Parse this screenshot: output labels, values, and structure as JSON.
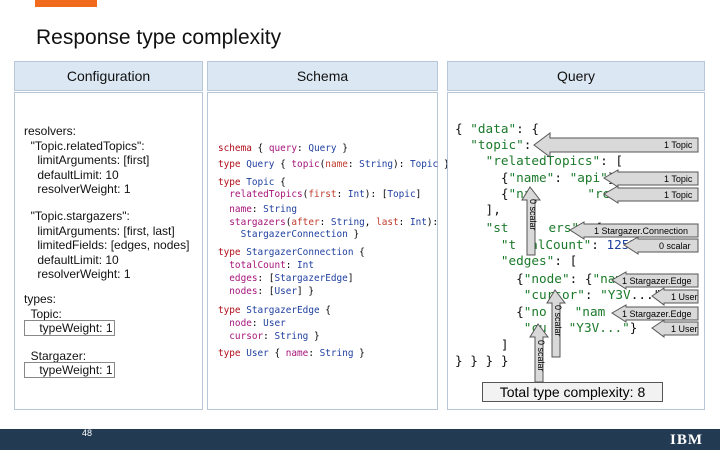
{
  "title": "Response type complexity",
  "panels": {
    "configuration": "Configuration",
    "schema": "Schema",
    "query": "Query"
  },
  "config": {
    "line1": "resolvers:",
    "line2": "  \"Topic.relatedTopics\":",
    "line3": "    limitArguments: [first]",
    "line4": "    defaultLimit: 10",
    "line5": "    resolverWeight: 1",
    "line6": "  \"Topic.stargazers\":",
    "line7": "    limitArguments: [first, last]",
    "line8": "    limitedFields: [edges, nodes]",
    "line9": "    defaultLimit: 10",
    "line10": "    resolverWeight: 1",
    "line11": "types:",
    "line12": "  Topic:",
    "line13": "    typeWeight: 1",
    "line14": "  Stargazer:",
    "line15": "    typeWeight: 1"
  },
  "schema": {
    "l1a": "schema",
    "l1b": " { ",
    "l1c": "query",
    "l1d": ": ",
    "l1e": "Query",
    "l1f": " }",
    "l2a": "type ",
    "l2b": "Query",
    "l2c": " { ",
    "l2d": "topic",
    "l2e": "(",
    "l2f": "name",
    "l2g": ": ",
    "l2h": "String",
    "l2i": "): ",
    "l2j": "Topic",
    "l2k": " }",
    "l3a": "type ",
    "l3b": "Topic",
    "l3c": " {",
    "l4a": "  relatedTopics",
    "l4b": "(",
    "l4c": "first",
    "l4d": ": ",
    "l4e": "Int",
    "l4f": "): [",
    "l4g": "Topic",
    "l4h": "]",
    "l5a": "  name",
    "l5b": ": ",
    "l5c": "String",
    "l6a": "  stargazers",
    "l6b": "(",
    "l6c": "after",
    "l6d": ": ",
    "l6e": "String",
    "l6f": ", ",
    "l6g": "last",
    "l6h": ": ",
    "l6i": "Int",
    "l6j": "):",
    "l7a": "    ",
    "l7b": "StargazerConnection",
    "l7c": " }",
    "l8a": "type ",
    "l8b": "StargazerConnection",
    "l8c": " {",
    "l9a": "  totalCount",
    "l9b": ": ",
    "l9c": "Int",
    "l10a": "  edges",
    "l10b": ": [",
    "l10c": "StargazerEdge",
    "l10d": "]",
    "l11a": "  nodes",
    "l11b": ": [",
    "l11c": "User",
    "l11d": "] }",
    "l12a": "type ",
    "l12b": "StargazerEdge",
    "l12c": " {",
    "l13a": "  node",
    "l13b": ": ",
    "l13c": "User",
    "l14a": "  cursor",
    "l14b": ": ",
    "l14c": "String",
    "l14d": " }",
    "l15a": "type ",
    "l15b": "User",
    "l15c": " { ",
    "l15d": "name",
    "l15e": ": ",
    "l15f": "String",
    "l15g": " }"
  },
  "query": {
    "q1a": "{ ",
    "q1b": "\"data\"",
    "q1c": ": {",
    "q2a": "  ",
    "q2b": "\"topic\"",
    "q2c": ": {",
    "q3a": "    ",
    "q3b": "\"relatedTopics\"",
    "q3c": ": [",
    "q4a": "      {",
    "q4b": "\"name\"",
    "q4c": ": ",
    "q4d": "\"api\"",
    "q4e": "},",
    "q5a": "      {",
    "q5b": "\"na",
    "q5c": "",
    "q5d": "\"rest\"",
    "q5e": "}",
    "q6a": "    ],",
    "q7a": "    ",
    "q7b": "\"st",
    "q7c": "ers\"",
    "q7d": ": {",
    "q8a": "      ",
    "q8b": "\"t",
    "q8c": "alCount\"",
    "q8d": ": ",
    "q8e": "1252",
    "q8f": ",",
    "q9a": "      ",
    "q9b": "\"edges\"",
    "q9c": ": [",
    "q10a": "        {",
    "q10b": "\"node\"",
    "q10c": ": {",
    "q10d": "\"nam",
    "q11a": "         ",
    "q11b": "\"cursor\"",
    "q11c": ": ",
    "q11d": "\"Y3V",
    "q11e": "...\"",
    "q11f": "},",
    "q12a": "        {",
    "q12b": "\"no",
    "q12c": "",
    "q12d": "\"nam",
    "q13a": "         ",
    "q13b": "\"cu",
    "q13c": "\"Y3V...\"",
    "q13d": "}",
    "q14a": "      ]",
    "q15a": "} } } }"
  },
  "arrows": {
    "a1": "1 Topic",
    "a2": "1 Topic",
    "a3": "1 Topic",
    "a4": "1 Stargazer.Connection",
    "a5": "0 scalar",
    "a6": "1 Stargazer.Edge",
    "a7": "1 User",
    "a8": "1 Stargazer.Edge",
    "a9": "1 User",
    "v1": "0 scalar",
    "v2": "0 scalar",
    "v3": "0 scalar"
  },
  "total": "Total type complexity: 8",
  "page_number": "48",
  "logo": "IBM",
  "colors": {
    "accent": "#f26b1d",
    "header": "#dbe7f3",
    "footer": "#223a52",
    "arrow": "#d9d9d9"
  }
}
